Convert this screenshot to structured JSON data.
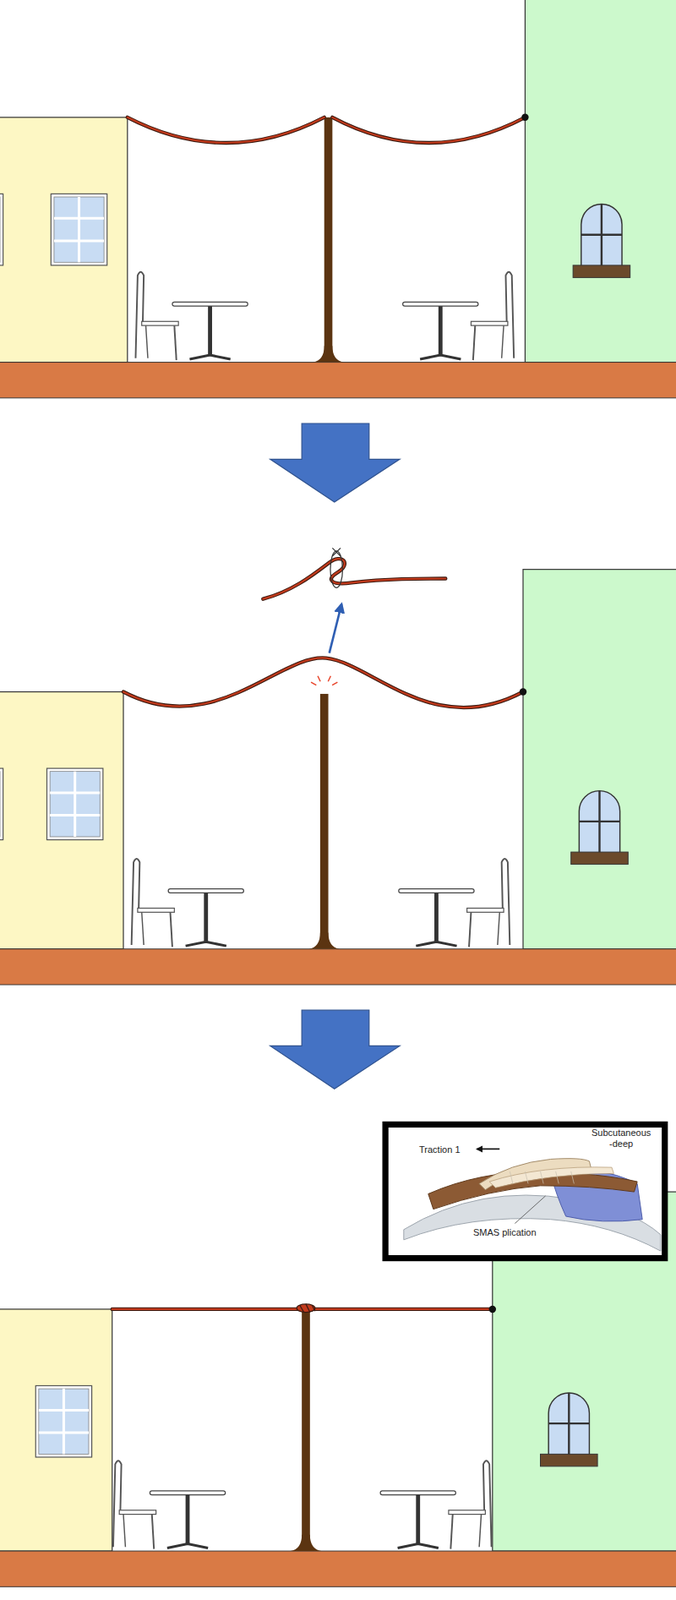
{
  "diagram": {
    "labels": [
      "Traction 1",
      "Subcutaneous -deep",
      "SMAS plication"
    ]
  }
}
